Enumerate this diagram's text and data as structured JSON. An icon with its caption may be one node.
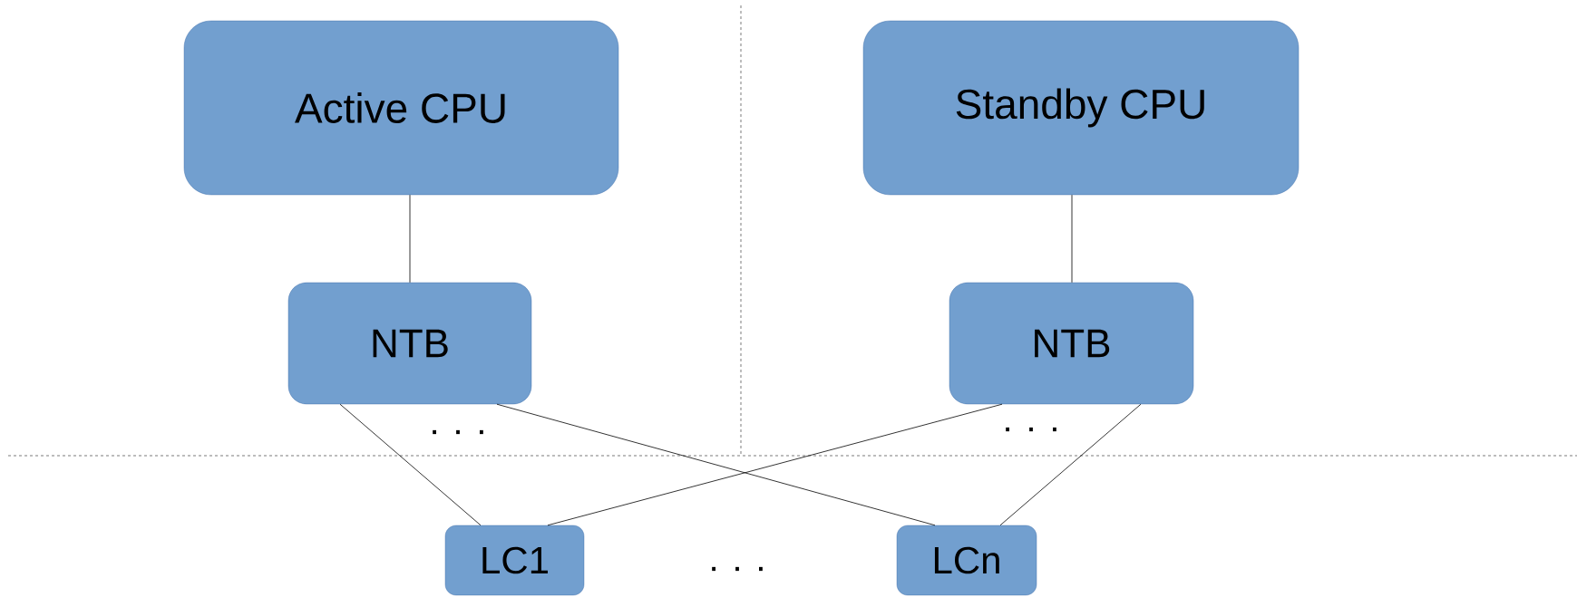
{
  "diagram": {
    "nodes": [
      {
        "text": [
          "Active CPU"
        ]
      },
      {
        "text": [
          "Standby CPU"
        ]
      },
      {
        "text": [
          "NTB"
        ]
      },
      {
        "text": [
          "NTB"
        ]
      },
      {
        "text": [
          "LC1"
        ]
      },
      {
        "text": [
          "LCn"
        ]
      }
    ],
    "edges": [
      {
        "from": 0,
        "to": 2,
        "arrow": "none"
      },
      {
        "from": 1,
        "to": 3,
        "arrow": "none"
      },
      {
        "from": 2,
        "to": 4,
        "arrow": "none"
      },
      {
        "from": 2,
        "to": 5,
        "arrow": "none"
      },
      {
        "from": 3,
        "to": 4,
        "arrow": "none"
      },
      {
        "from": 3,
        "to": 5,
        "arrow": "none"
      }
    ],
    "labels": [
      ". . .",
      ". . .",
      ". . ."
    ]
  }
}
